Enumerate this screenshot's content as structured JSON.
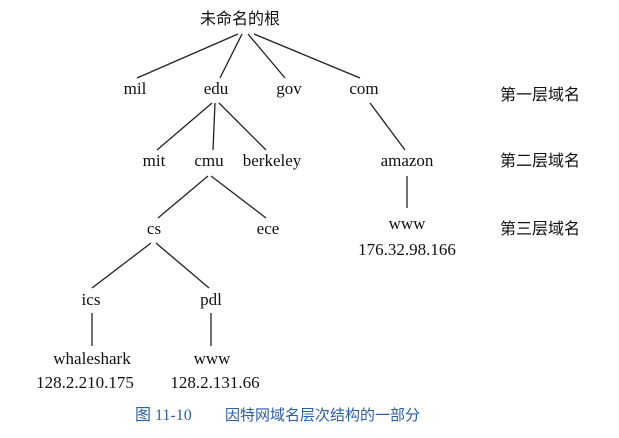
{
  "tree": {
    "root": "未命名的根",
    "tld": {
      "mil": "mil",
      "edu": "edu",
      "gov": "gov",
      "com": "com"
    },
    "second": {
      "mit": "mit",
      "cmu": "cmu",
      "berkeley": "berkeley",
      "amazon": "amazon"
    },
    "third": {
      "cs": "cs",
      "ece": "ece",
      "www_amazon": "www",
      "www_amazon_ip": "176.32.98.166"
    },
    "fourth": {
      "ics": "ics",
      "pdl": "pdl"
    },
    "fifth": {
      "whaleshark": "whaleshark",
      "whaleshark_ip": "128.2.210.175",
      "www_pdl": "www",
      "www_pdl_ip": "128.2.131.66"
    }
  },
  "level_labels": {
    "first": "第一层域名",
    "second": "第二层域名",
    "third": "第三层域名"
  },
  "caption": {
    "figure_number": "图 11-10",
    "text": "因特网域名层次结构的一部分"
  }
}
